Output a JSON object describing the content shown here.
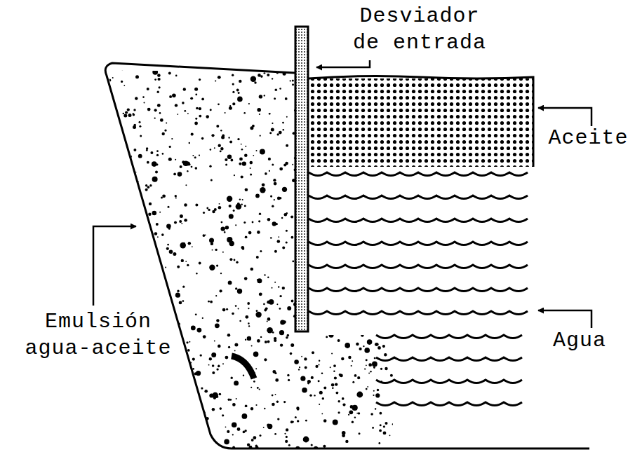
{
  "diagram": {
    "labels": [
      "Desviador de entrada",
      "Aceite",
      "Emulsión agua-aceite",
      "Agua"
    ]
  }
}
